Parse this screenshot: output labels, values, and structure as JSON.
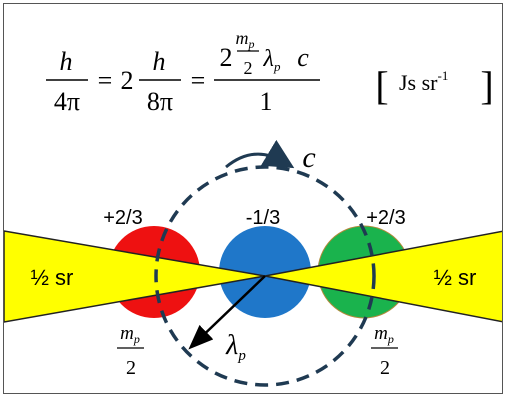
{
  "equation": {
    "term1": {
      "numerator": "h",
      "denominator": "4π"
    },
    "eq1": "=",
    "term2": {
      "coefficient": "2",
      "numerator": "h",
      "denominator": "8π"
    },
    "eq2": "=",
    "term3": {
      "numerator": {
        "coefficient": "2",
        "mass": "m",
        "mass_subscript": "p",
        "mass_denominator": "2",
        "wavelength": "λ",
        "wavelength_subscript": "p",
        "speed": "c"
      },
      "denominator": "1"
    },
    "units": {
      "open": "[",
      "text": "Js sr",
      "exponent": "-1",
      "close": "]"
    }
  },
  "diagram": {
    "rotation_label": "c",
    "charges": {
      "left": "+2/3",
      "center": "-1/3",
      "right": "+2/3"
    },
    "solid_angle_left": "½ sr",
    "solid_angle_right": "½ sr",
    "mass_left": {
      "numerator": "m",
      "subscript": "p",
      "denominator": "2"
    },
    "mass_right": {
      "numerator": "m",
      "subscript": "p",
      "denominator": "2"
    },
    "radius_label": {
      "symbol": "λ",
      "subscript": "p"
    }
  },
  "colors": {
    "red_quark": "#ee1111",
    "blue_quark": "#1f77c9",
    "green_quark": "#1ab34d",
    "cone": "#ffff00",
    "dashed_circle": "#1f3a52"
  }
}
